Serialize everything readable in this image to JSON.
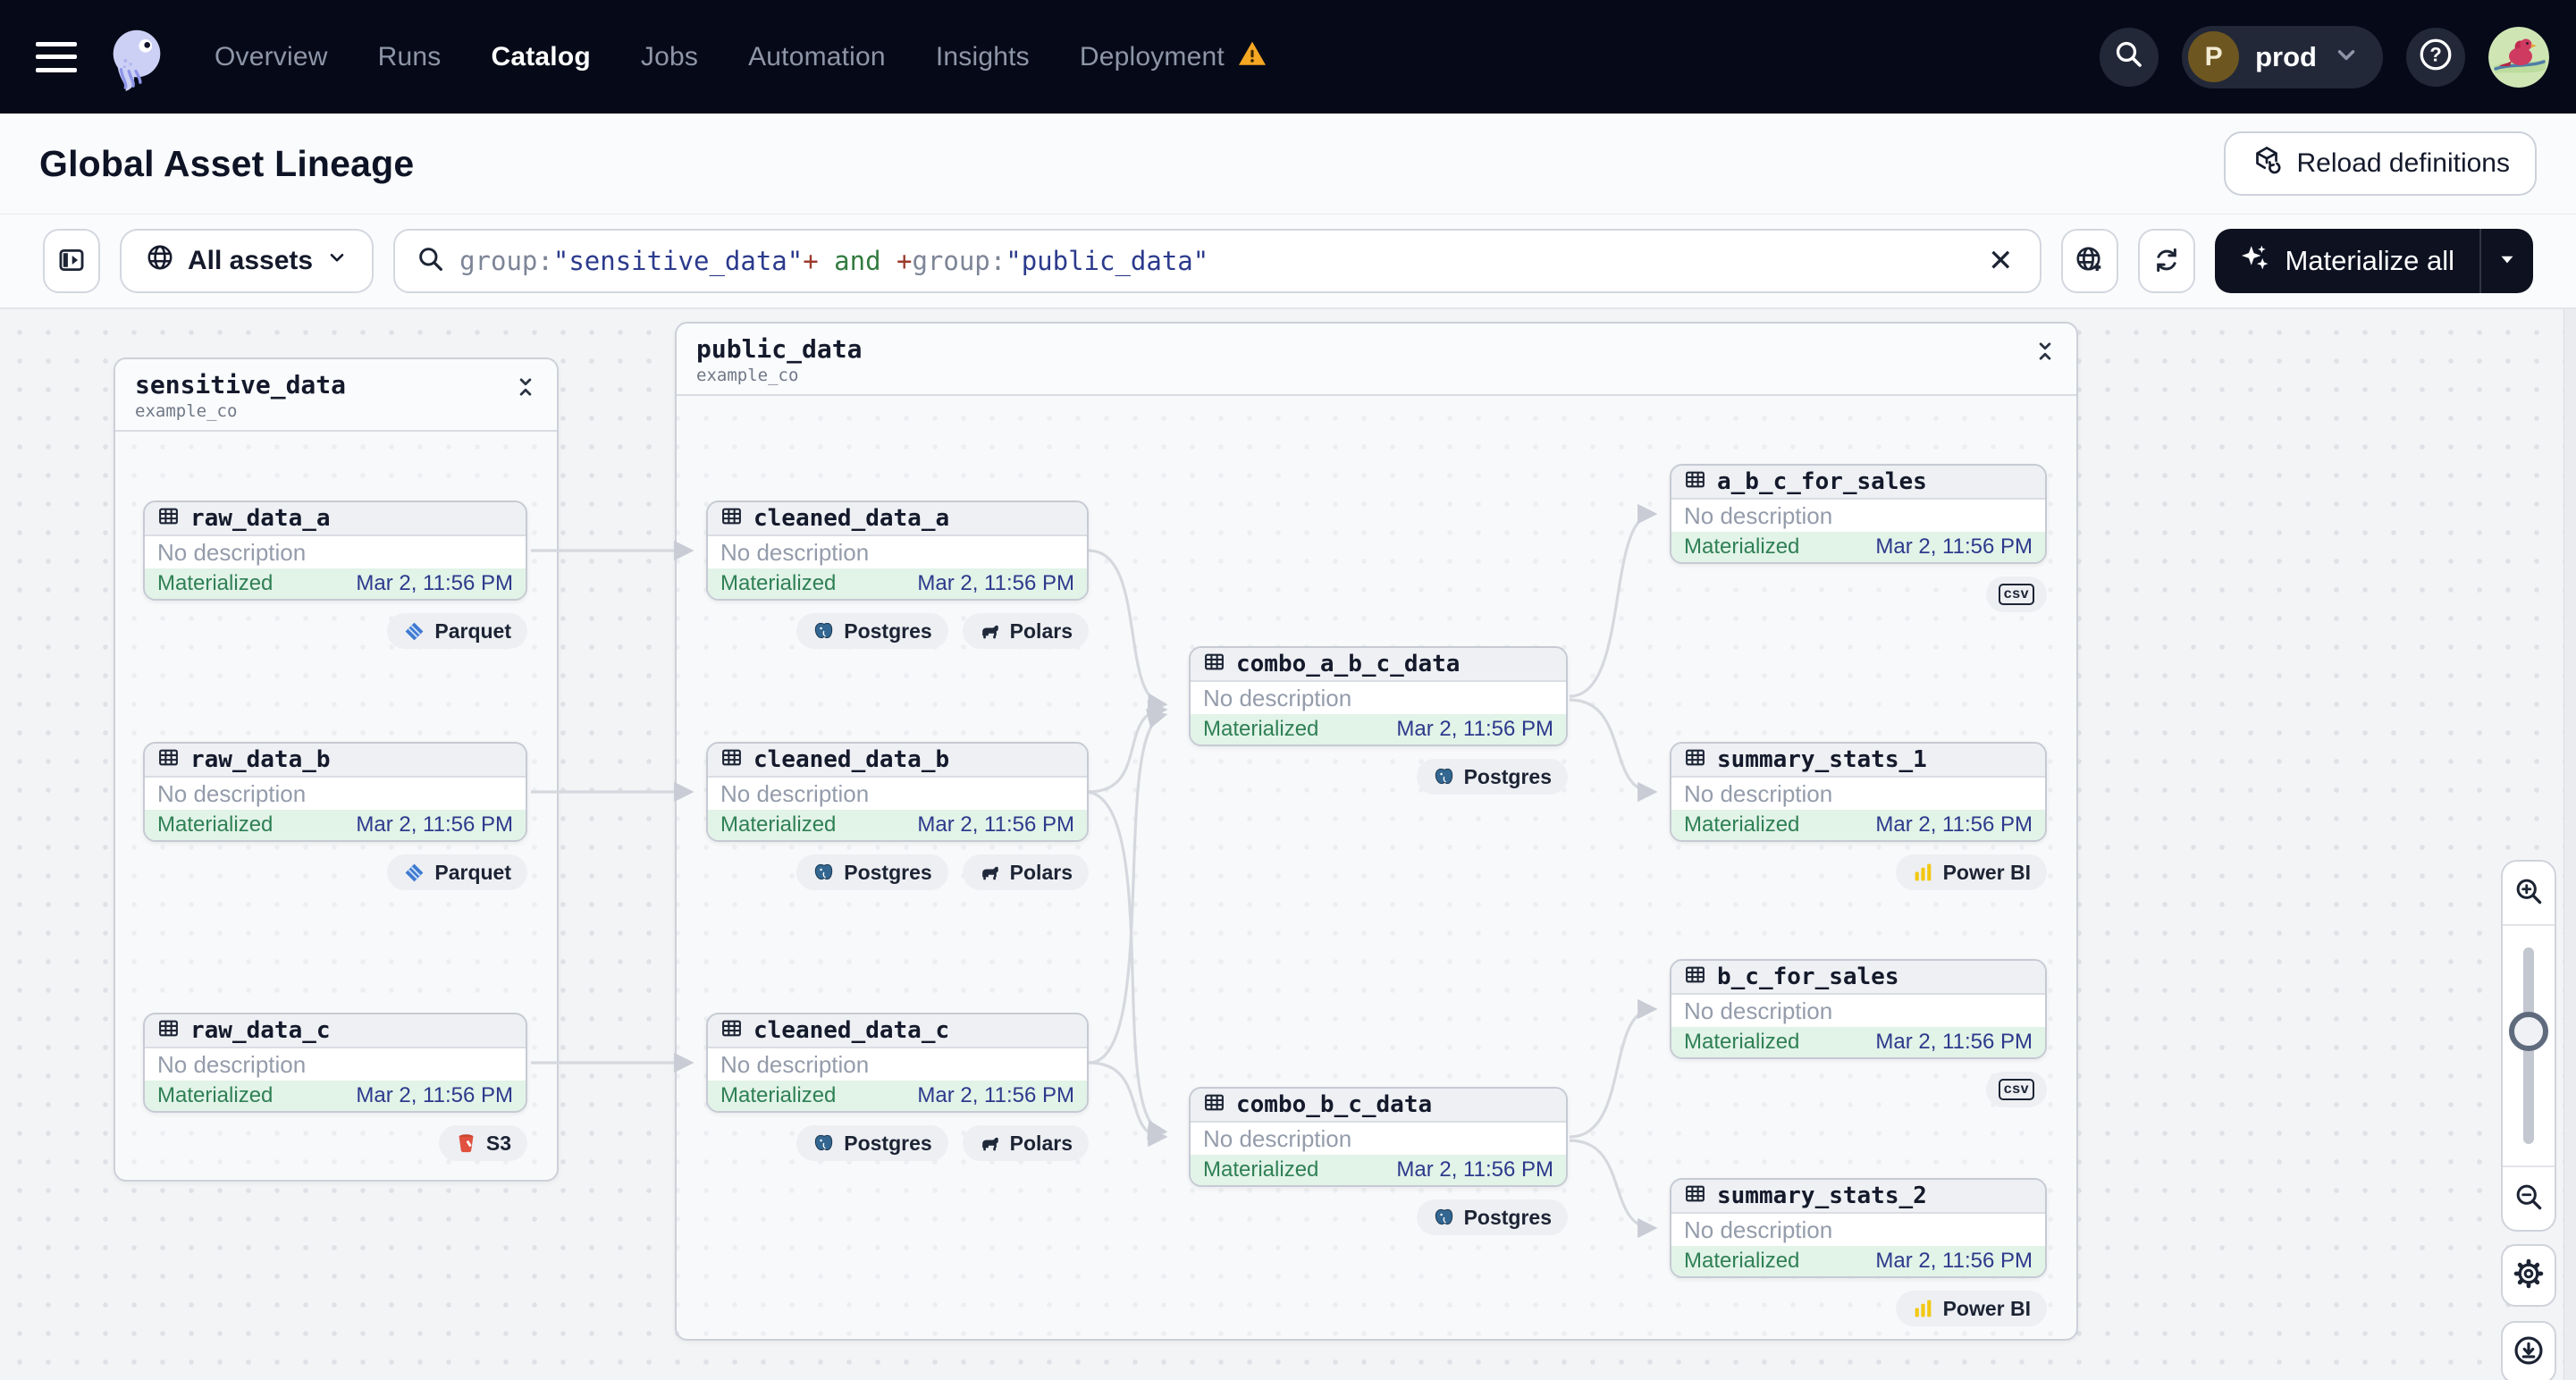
{
  "nav": {
    "items": [
      {
        "label": "Overview",
        "active": false,
        "warning": false
      },
      {
        "label": "Runs",
        "active": false,
        "warning": false
      },
      {
        "label": "Catalog",
        "active": true,
        "warning": false
      },
      {
        "label": "Jobs",
        "active": false,
        "warning": false
      },
      {
        "label": "Automation",
        "active": false,
        "warning": false
      },
      {
        "label": "Insights",
        "active": false,
        "warning": false
      },
      {
        "label": "Deployment",
        "active": false,
        "warning": true
      }
    ],
    "environment": {
      "initial": "P",
      "label": "prod"
    }
  },
  "header": {
    "title": "Global Asset Lineage",
    "reload_label": "Reload definitions"
  },
  "toolbar": {
    "scope_label": "All assets",
    "materialize_label": "Materialize all",
    "query_segments": [
      {
        "text": "group:",
        "type": "attr"
      },
      {
        "text": "\"sensitive_data\"",
        "type": "string"
      },
      {
        "text": "+",
        "type": "op"
      },
      {
        "text": " and ",
        "type": "keyword"
      },
      {
        "text": "+",
        "type": "op"
      },
      {
        "text": "group:",
        "type": "attr"
      },
      {
        "text": "\"public_data\"",
        "type": "string"
      }
    ]
  },
  "palette": {
    "query": {
      "attr": "#7d8597",
      "string": "#2b3a8c",
      "op": "#9a3b2c",
      "keyword": "#337a3f"
    },
    "accent_dark": "#0d1120",
    "warning": "#f5a623",
    "materialized_bg": "#e2f3e8",
    "materialized_text": "#2f8055",
    "timestamp_text": "#2d3a8c"
  },
  "graph": {
    "groups": [
      {
        "id": "sensitive_data",
        "name": "sensitive_data",
        "subtitle": "example_co"
      },
      {
        "id": "public_data",
        "name": "public_data",
        "subtitle": "example_co"
      }
    ],
    "nodes": [
      {
        "id": "raw_data_a",
        "label": "raw_data_a",
        "description": "No description",
        "status": "Materialized",
        "timestamp": "Mar 2, 11:56 PM",
        "badges": [
          {
            "label": "Parquet",
            "icon": "parquet-icon"
          }
        ]
      },
      {
        "id": "raw_data_b",
        "label": "raw_data_b",
        "description": "No description",
        "status": "Materialized",
        "timestamp": "Mar 2, 11:56 PM",
        "badges": [
          {
            "label": "Parquet",
            "icon": "parquet-icon"
          }
        ]
      },
      {
        "id": "raw_data_c",
        "label": "raw_data_c",
        "description": "No description",
        "status": "Materialized",
        "timestamp": "Mar 2, 11:56 PM",
        "badges": [
          {
            "label": "S3",
            "icon": "s3-icon"
          }
        ]
      },
      {
        "id": "cleaned_data_a",
        "label": "cleaned_data_a",
        "description": "No description",
        "status": "Materialized",
        "timestamp": "Mar 2, 11:56 PM",
        "badges": [
          {
            "label": "Postgres",
            "icon": "postgres-icon"
          },
          {
            "label": "Polars",
            "icon": "polars-icon"
          }
        ]
      },
      {
        "id": "cleaned_data_b",
        "label": "cleaned_data_b",
        "description": "No description",
        "status": "Materialized",
        "timestamp": "Mar 2, 11:56 PM",
        "badges": [
          {
            "label": "Postgres",
            "icon": "postgres-icon"
          },
          {
            "label": "Polars",
            "icon": "polars-icon"
          }
        ]
      },
      {
        "id": "cleaned_data_c",
        "label": "cleaned_data_c",
        "description": "No description",
        "status": "Materialized",
        "timestamp": "Mar 2, 11:56 PM",
        "badges": [
          {
            "label": "Postgres",
            "icon": "postgres-icon"
          },
          {
            "label": "Polars",
            "icon": "polars-icon"
          }
        ]
      },
      {
        "id": "combo_a_b_c_data",
        "label": "combo_a_b_c_data",
        "description": "No description",
        "status": "Materialized",
        "timestamp": "Mar 2, 11:56 PM",
        "badges": [
          {
            "label": "Postgres",
            "icon": "postgres-icon"
          }
        ]
      },
      {
        "id": "combo_b_c_data",
        "label": "combo_b_c_data",
        "description": "No description",
        "status": "Materialized",
        "timestamp": "Mar 2, 11:56 PM",
        "badges": [
          {
            "label": "Postgres",
            "icon": "postgres-icon"
          }
        ]
      },
      {
        "id": "a_b_c_for_sales",
        "label": "a_b_c_for_sales",
        "description": "No description",
        "status": "Materialized",
        "timestamp": "Mar 2, 11:56 PM",
        "badges": [
          {
            "label": "",
            "icon": "csv-icon"
          }
        ]
      },
      {
        "id": "summary_stats_1",
        "label": "summary_stats_1",
        "description": "No description",
        "status": "Materialized",
        "timestamp": "Mar 2, 11:56 PM",
        "badges": [
          {
            "label": "Power BI",
            "icon": "powerbi-icon"
          }
        ]
      },
      {
        "id": "b_c_for_sales",
        "label": "b_c_for_sales",
        "description": "No description",
        "status": "Materialized",
        "timestamp": "Mar 2, 11:56 PM",
        "badges": [
          {
            "label": "",
            "icon": "csv-icon"
          }
        ]
      },
      {
        "id": "summary_stats_2",
        "label": "summary_stats_2",
        "description": "No description",
        "status": "Materialized",
        "timestamp": "Mar 2, 11:56 PM",
        "badges": [
          {
            "label": "Power BI",
            "icon": "powerbi-icon"
          }
        ]
      }
    ]
  }
}
